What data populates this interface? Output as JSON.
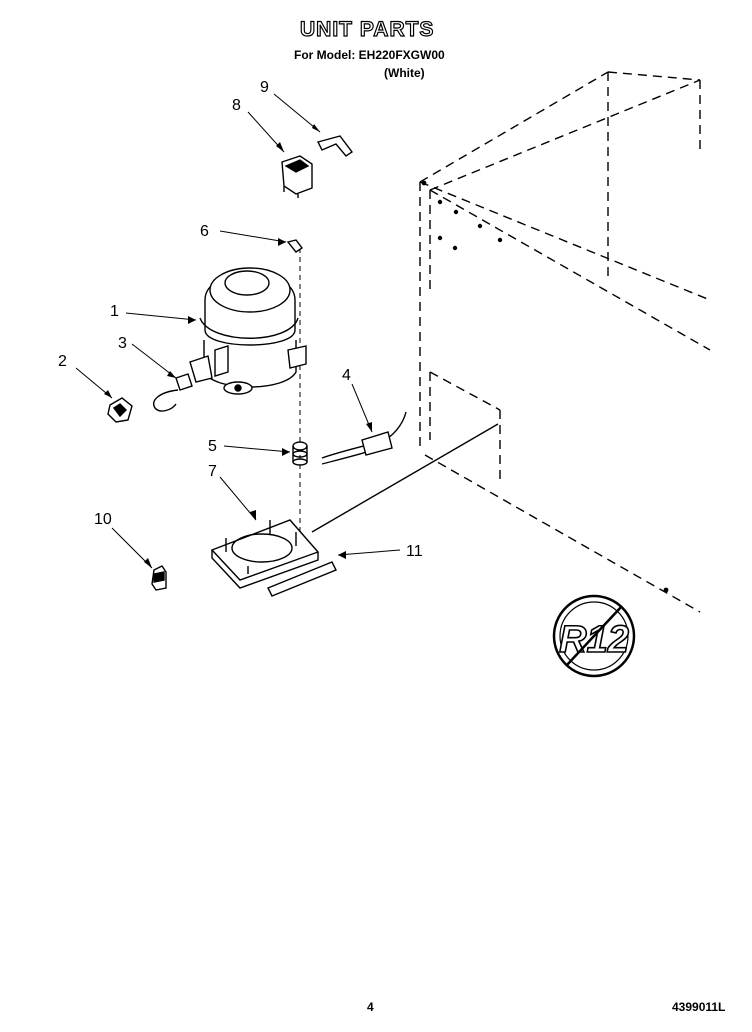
{
  "header": {
    "title": "UNIT PARTS",
    "model_line": "For Model: EH220FXGW00",
    "color_line": "(White)"
  },
  "callouts": {
    "c1": "1",
    "c2": "2",
    "c3": "3",
    "c4": "4",
    "c5": "5",
    "c6": "6",
    "c7": "7",
    "c8": "8",
    "c9": "9",
    "c10": "10",
    "c11": "11"
  },
  "badge": {
    "text": "R12"
  },
  "footer": {
    "page_number": "4",
    "code": "4399011L"
  }
}
